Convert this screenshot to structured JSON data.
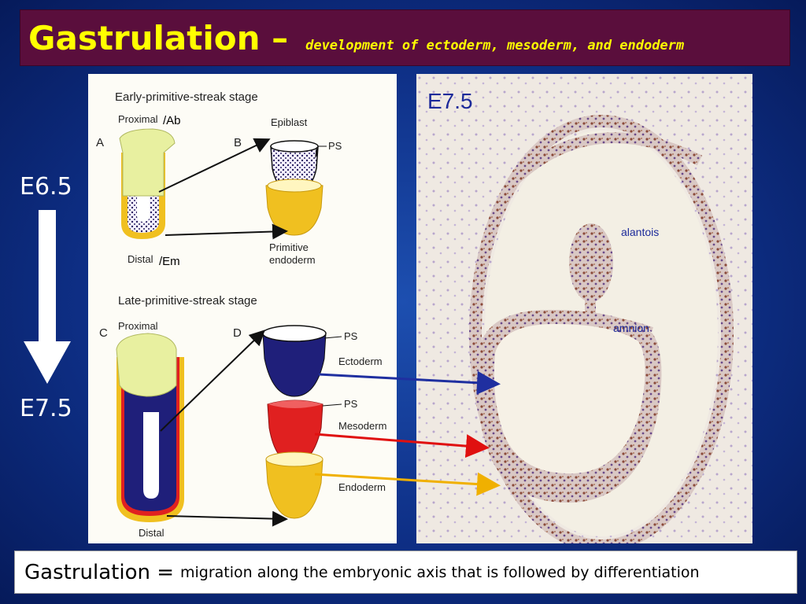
{
  "title": {
    "main": "Gastrulation –",
    "sub": "development of ectoderm, mesoderm, and endoderm"
  },
  "timeline": {
    "start_label": "E6.5",
    "end_label": "E7.5"
  },
  "diagram": {
    "early_stage_heading": "Early-primitive-streak stage",
    "late_stage_heading": "Late-primitive-streak stage",
    "panel_a": "A",
    "panel_b": "B",
    "panel_c": "C",
    "panel_d": "D",
    "proximal": "Proximal",
    "ab_suffix": "/Ab",
    "distal": "Distal",
    "em_suffix": "/Em",
    "epiblast": "Epiblast",
    "ps": "PS",
    "primitive_endoderm_line1": "Primitive",
    "primitive_endoderm_line2": "endoderm",
    "proximal_c": "Proximal",
    "distal_c": "Distal",
    "ectoderm": "Ectoderm",
    "mesoderm": "Mesoderm",
    "endoderm": "Endoderm"
  },
  "histology": {
    "stage_label": "E7.5",
    "alantois": "alantois",
    "amnion": "amnion"
  },
  "caption": {
    "main": "Gastrulation =",
    "sub": "migration along the embryonic axis that is followed by differentiation"
  },
  "colors": {
    "title_background": "#5a0e3c",
    "title_text": "#ffff00",
    "ectoderm": "#1f1f7a",
    "mesoderm": "#e02020",
    "endoderm": "#f0c020",
    "extraembryonic": "#e8f0a0"
  }
}
